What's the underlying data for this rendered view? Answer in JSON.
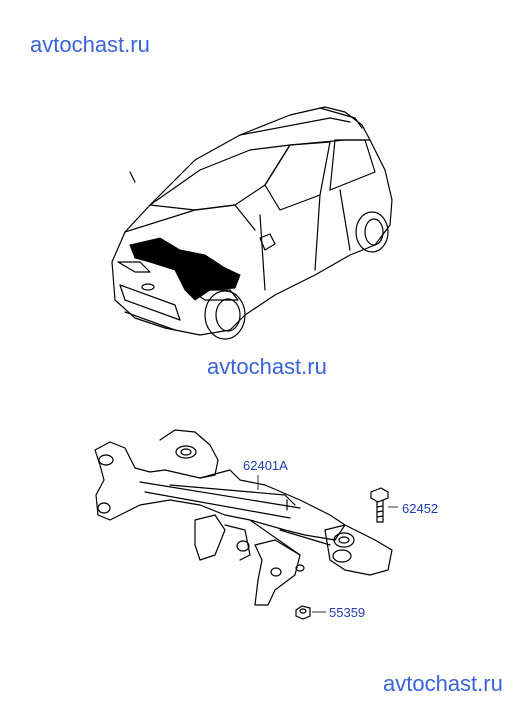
{
  "watermarks": [
    "avtochast.ru",
    "avtochast.ru",
    "avtochast.ru"
  ],
  "part_labels": [
    {
      "number": "62401A",
      "icon": "subframe-icon"
    },
    {
      "number": "62452",
      "icon": "bolt-icon"
    },
    {
      "number": "55359",
      "icon": "nut-icon"
    }
  ],
  "colors": {
    "watermark": "#3a63d8",
    "label": "#1e3cb0",
    "line": "#000000"
  }
}
